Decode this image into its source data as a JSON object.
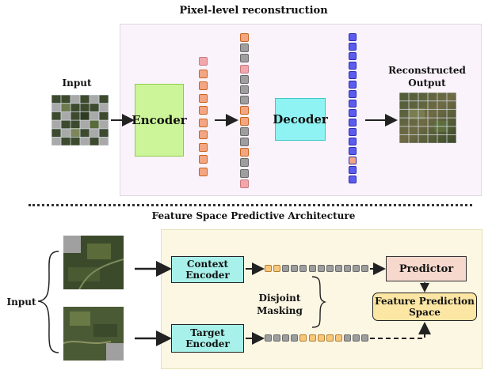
{
  "top": {
    "title": "Pixel-level reconstruction",
    "input_label": "Input",
    "encoder_label": "Encoder",
    "decoder_label": "Decoder",
    "output_label_line1": "Reconstructed",
    "output_label_line2": "Output"
  },
  "bottom": {
    "title": "Feature Space Predictive Architecture",
    "input_label": "Input",
    "context_encoder_line1": "Context",
    "context_encoder_line2": "Encoder",
    "target_encoder_line1": "Target",
    "target_encoder_line2": "Encoder",
    "disjoint_line1": "Disjoint",
    "disjoint_line2": "Masking",
    "predictor_label": "Predictor",
    "feature_space_line1": "Feature Prediction",
    "feature_space_line2": "Space"
  },
  "colors": {
    "encoder_fill": "#ccf59a",
    "decoder_fill": "#8ff3f3",
    "token_orange": "#f4a582",
    "token_pink": "#f0a8ad",
    "token_gray": "#9e9e9e",
    "token_blue": "#5c5cf0",
    "context_box": "#a8f0ea",
    "predictor_box": "#f6d8cc",
    "feature_box": "#fbe6a4",
    "token_yellow": "#f9c77c"
  },
  "token_columns": {
    "encoder_out": [
      "pink",
      "orange",
      "orange",
      "orange",
      "orange",
      "orange",
      "orange",
      "orange",
      "orange",
      "orange"
    ],
    "decoder_in": [
      "orange",
      "gray",
      "gray",
      "pink",
      "gray",
      "gray",
      "gray",
      "orange",
      "orange",
      "gray",
      "gray",
      "orange",
      "gray",
      "gray",
      "pink"
    ],
    "decoder_out": [
      "blue",
      "blue",
      "blue",
      "blue",
      "blue",
      "blue",
      "blue",
      "blue",
      "blue",
      "blue",
      "blue",
      "blue",
      "blue",
      "orange-blue",
      "blue",
      "blue"
    ]
  },
  "token_rows": {
    "context": [
      "yellow",
      "yellow",
      "gray",
      "gray",
      "gray",
      "gray",
      "gray",
      "gray",
      "gray",
      "gray",
      "gray",
      "gray"
    ],
    "target": [
      "gray",
      "gray",
      "gray",
      "gray",
      "yellow",
      "yellow",
      "yellow",
      "yellow",
      "yellow",
      "gray",
      "gray",
      "gray"
    ]
  }
}
